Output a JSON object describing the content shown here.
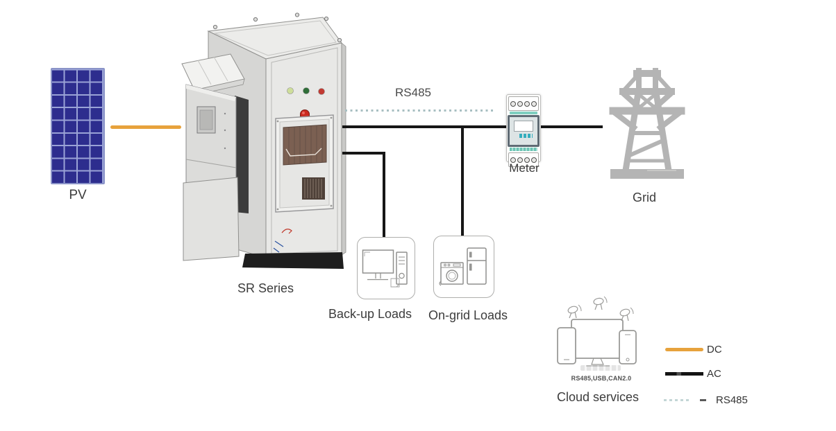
{
  "nodes": {
    "pv": {
      "label": "PV"
    },
    "inverter": {
      "label": "SR Series"
    },
    "meter": {
      "label": "Meter"
    },
    "grid": {
      "label": "Grid"
    },
    "backup_loads": {
      "label": "Back-up Loads"
    },
    "ongrid_loads": {
      "label": "On-grid Loads"
    },
    "cloud": {
      "label": "Cloud services",
      "protocols": "RS485,USB,CAN2.0"
    }
  },
  "connections": {
    "rs485_label": "RS485"
  },
  "legend": {
    "dc": {
      "label": "DC",
      "color": "#E7A23C",
      "style": "solid"
    },
    "ac": {
      "label": "AC",
      "color": "#161616",
      "style": "solid"
    },
    "rs485": {
      "label": "RS485",
      "color": "#A8BFC2",
      "style": "dashed"
    }
  },
  "colors": {
    "pv_cell_blue": "#2D2D8E",
    "meter_teal": "#7ECFC0",
    "lcd_digit_teal": "#35AEBE",
    "tower_gray": "#B4B4B4",
    "cabinet_gray": "#E8E8E6",
    "line_black": "#161616"
  }
}
